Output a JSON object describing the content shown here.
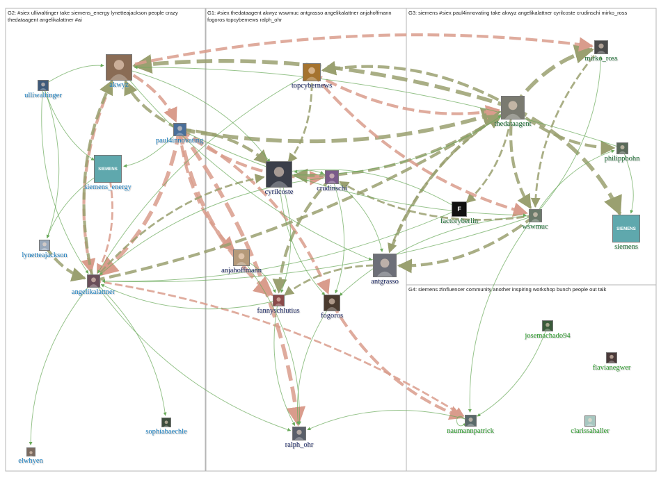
{
  "groups": [
    {
      "id": "g2",
      "caption": "G2: #siex ulliwaltinger take siemens_energy lynetteajackson people crazy thedataagent angelikalattner #ai"
    },
    {
      "id": "g1",
      "caption": "G1: #siex thedataagent akwyz wswmuc antgrasso angelikalattner anjahoffmann fogoros topcybernews ralph_ohr"
    },
    {
      "id": "g3",
      "caption": "G3: siemens #siex paul4innovating take akwyz angelikalattner cyrilcoste crudinschi mirko_ross"
    },
    {
      "id": "g4",
      "caption": "G4: siemens #influencer community another inspiring workshop bunch people out talk"
    }
  ],
  "nodes": [
    {
      "id": "ulliwaltinger",
      "label": "ulliwaltinger",
      "group": "g2",
      "avatar_color": "#3f5a7a"
    },
    {
      "id": "akwyz",
      "label": "akwyz",
      "group": "g2",
      "avatar_color": "#8a6c55"
    },
    {
      "id": "paul4innovating",
      "label": "paul4innovating",
      "group": "g2",
      "avatar_color": "#4a6f9a"
    },
    {
      "id": "siemens_energy",
      "label": "siemens_energy",
      "group": "g2",
      "avatar_color": "#5fa8ad",
      "avatar_text": "SIEMENS"
    },
    {
      "id": "lynetteajackson",
      "label": "lynetteajackson",
      "group": "g2",
      "avatar_color": "#9aa9bb"
    },
    {
      "id": "angelikalattner",
      "label": "angelikalattner",
      "group": "g2",
      "avatar_color": "#6a4f5a"
    },
    {
      "id": "sophiabaechle",
      "label": "sophiabaechle",
      "group": "g2",
      "avatar_color": "#3d4c3d"
    },
    {
      "id": "elwhyen",
      "label": "elwhyen",
      "group": "g2",
      "avatar_color": "#7a6a60"
    },
    {
      "id": "topcybernews",
      "label": "topcybernews",
      "group": "g1",
      "avatar_color": "#a5732f"
    },
    {
      "id": "cyrilcoste",
      "label": "cyrilcoste",
      "group": "g1",
      "avatar_color": "#3b3f4a"
    },
    {
      "id": "crudinschi",
      "label": "crudinschi",
      "group": "g1",
      "avatar_color": "#7a5a8a"
    },
    {
      "id": "anjahoffmann",
      "label": "anjahoffmann",
      "group": "g1",
      "avatar_color": "#b59a7a"
    },
    {
      "id": "fannyschlutius",
      "label": "fannyschlutius",
      "group": "g1",
      "avatar_color": "#8a4a4a"
    },
    {
      "id": "fogoros",
      "label": "fogoros",
      "group": "g1",
      "avatar_color": "#4a3b2f"
    },
    {
      "id": "antgrasso",
      "label": "antgrasso",
      "group": "g1",
      "avatar_color": "#6d6f78"
    },
    {
      "id": "ralph_ohr",
      "label": "ralph_ohr",
      "group": "g1",
      "avatar_color": "#5a5f6a"
    },
    {
      "id": "mirko_ross",
      "label": "mirko_ross",
      "group": "g3",
      "avatar_color": "#4a4a4a"
    },
    {
      "id": "thedataagent",
      "label": "thedataagent",
      "group": "g3",
      "avatar_color": "#7a7a70"
    },
    {
      "id": "philippbohn",
      "label": "philippbohn",
      "group": "g3",
      "avatar_color": "#5a6a5a"
    },
    {
      "id": "factoryberlin",
      "label": "factoryberlin",
      "group": "g3",
      "avatar_color": "#111111",
      "avatar_text": "F"
    },
    {
      "id": "wswmuc",
      "label": "wswmuc",
      "group": "g3",
      "avatar_color": "#6a7a6a"
    },
    {
      "id": "siemens",
      "label": "siemens",
      "group": "g3",
      "avatar_color": "#5fa8ad",
      "avatar_text": "SIEMENS"
    },
    {
      "id": "josemachado94",
      "label": "josemachado94",
      "group": "g4",
      "avatar_color": "#3a5a3a"
    },
    {
      "id": "flavianegwer",
      "label": "flavianegwer",
      "group": "g4",
      "avatar_color": "#4a3a3a"
    },
    {
      "id": "naumannpatrick",
      "label": "naumannpatrick",
      "group": "g4",
      "avatar_color": "#5a6a6a"
    },
    {
      "id": "clarissahaller",
      "label": "clarissahaller",
      "group": "g4",
      "avatar_color": "#a7c7c0"
    }
  ],
  "edge_colors": {
    "strong": "#9aa070",
    "reply": "#d99c8c",
    "mention": "#6aaa5a"
  },
  "edges": [
    {
      "from": "paul4innovating",
      "to": "akwyz",
      "kind": "strong",
      "weight": 3
    },
    {
      "from": "paul4innovating",
      "to": "thedataagent",
      "kind": "strong",
      "weight": 4
    },
    {
      "from": "paul4innovating",
      "to": "cyrilcoste",
      "kind": "strong",
      "weight": 3
    },
    {
      "from": "paul4innovating",
      "to": "crudinschi",
      "kind": "reply",
      "weight": 3
    },
    {
      "from": "paul4innovating",
      "to": "angelikalattner",
      "kind": "reply",
      "weight": 4
    },
    {
      "from": "paul4innovating",
      "to": "fannyschlutius",
      "kind": "reply",
      "weight": 4
    },
    {
      "from": "paul4innovating",
      "to": "ralph_ohr",
      "kind": "reply",
      "weight": 4
    },
    {
      "from": "paul4innovating",
      "to": "anjahoffmann",
      "kind": "reply",
      "weight": 3
    },
    {
      "from": "paul4innovating",
      "to": "fogoros",
      "kind": "reply",
      "weight": 3
    },
    {
      "from": "thedataagent",
      "to": "akwyz",
      "kind": "strong",
      "weight": 4
    },
    {
      "from": "thedataagent",
      "to": "mirko_ross",
      "kind": "strong",
      "weight": 4
    },
    {
      "from": "thedataagent",
      "to": "philippbohn",
      "kind": "strong",
      "weight": 3
    },
    {
      "from": "thedataagent",
      "to": "siemens",
      "kind": "strong",
      "weight": 4
    },
    {
      "from": "thedataagent",
      "to": "topcybernews",
      "kind": "strong",
      "weight": 3
    },
    {
      "from": "thedataagent",
      "to": "cyrilcoste",
      "kind": "strong",
      "weight": 3
    },
    {
      "from": "thedataagent",
      "to": "wswmuc",
      "kind": "strong",
      "weight": 3
    },
    {
      "from": "thedataagent",
      "to": "factoryberlin",
      "kind": "strong",
      "weight": 2
    },
    {
      "from": "thedataagent",
      "to": "antgrasso",
      "kind": "strong",
      "weight": 2
    },
    {
      "from": "akwyz",
      "to": "mirko_ross",
      "kind": "reply",
      "weight": 3
    },
    {
      "from": "akwyz",
      "to": "angelikalattner",
      "kind": "reply",
      "weight": 3
    },
    {
      "from": "akwyz",
      "to": "paul4innovating",
      "kind": "reply",
      "weight": 3
    },
    {
      "from": "angelikalattner",
      "to": "thedataagent",
      "kind": "strong",
      "weight": 3
    },
    {
      "from": "angelikalattner",
      "to": "akwyz",
      "kind": "strong",
      "weight": 3
    },
    {
      "from": "lynetteajackson",
      "to": "angelikalattner",
      "kind": "strong",
      "weight": 3
    },
    {
      "from": "siemens_energy",
      "to": "angelikalattner",
      "kind": "reply",
      "weight": 2
    },
    {
      "from": "ulliwaltinger",
      "to": "angelikalattner",
      "kind": "mention",
      "weight": 1
    },
    {
      "from": "ulliwaltinger",
      "to": "lynetteajackson",
      "kind": "mention",
      "weight": 1
    },
    {
      "from": "ulliwaltinger",
      "to": "siemens_energy",
      "kind": "mention",
      "weight": 1
    },
    {
      "from": "ulliwaltinger",
      "to": "akwyz",
      "kind": "mention",
      "weight": 1
    },
    {
      "from": "topcybernews",
      "to": "wswmuc",
      "kind": "reply",
      "weight": 3
    },
    {
      "from": "topcybernews",
      "to": "cyrilcoste",
      "kind": "strong",
      "weight": 2
    },
    {
      "from": "topcybernews",
      "to": "thedataagent",
      "kind": "reply",
      "weight": 3
    },
    {
      "from": "wswmuc",
      "to": "antgrasso",
      "kind": "strong",
      "weight": 3
    },
    {
      "from": "wswmuc",
      "to": "fogoros",
      "kind": "mention",
      "weight": 1
    },
    {
      "from": "wswmuc",
      "to": "crudinschi",
      "kind": "strong",
      "weight": 2
    },
    {
      "from": "antgrasso",
      "to": "fannyschlutius",
      "kind": "strong",
      "weight": 2
    },
    {
      "from": "antgrasso",
      "to": "thedataagent",
      "kind": "strong",
      "weight": 3
    },
    {
      "from": "crudinschi",
      "to": "fannyschlutius",
      "kind": "strong",
      "weight": 3
    },
    {
      "from": "crudinschi",
      "to": "fogoros",
      "kind": "mention",
      "weight": 1
    },
    {
      "from": "crudinschi",
      "to": "angelikalattner",
      "kind": "mention",
      "weight": 1
    },
    {
      "from": "cyrilcoste",
      "to": "crudinschi",
      "kind": "mention",
      "weight": 1
    },
    {
      "from": "cyrilcoste",
      "to": "fogoros",
      "kind": "mention",
      "weight": 1
    },
    {
      "from": "cyrilcoste",
      "to": "fannyschlutius",
      "kind": "mention",
      "weight": 1
    },
    {
      "from": "cyrilcoste",
      "to": "thedataagent",
      "kind": "mention",
      "weight": 1
    },
    {
      "from": "anjahoffmann",
      "to": "fannyschlutius",
      "kind": "mention",
      "weight": 1
    },
    {
      "from": "fogoros",
      "to": "naumannpatrick",
      "kind": "reply",
      "weight": 3
    },
    {
      "from": "angelikalattner",
      "to": "naumannpatrick",
      "kind": "reply",
      "weight": 2
    },
    {
      "from": "angelikalattner",
      "to": "ralph_ohr",
      "kind": "mention",
      "weight": 1
    },
    {
      "from": "angelikalattner",
      "to": "sophiabaechle",
      "kind": "mention",
      "weight": 1
    },
    {
      "from": "angelikalattner",
      "to": "elwhyen",
      "kind": "mention",
      "weight": 1
    },
    {
      "from": "angelikalattner",
      "to": "cyrilcoste",
      "kind": "strong",
      "weight": 2
    },
    {
      "from": "wswmuc",
      "to": "naumannpatrick",
      "kind": "mention",
      "weight": 1
    },
    {
      "from": "wswmuc",
      "to": "philippbohn",
      "kind": "mention",
      "weight": 1
    },
    {
      "from": "wswmuc",
      "to": "mirko_ross",
      "kind": "mention",
      "weight": 1
    },
    {
      "from": "wswmuc",
      "to": "angelikalattner",
      "kind": "mention",
      "weight": 1
    },
    {
      "from": "factoryberlin",
      "to": "cyrilcoste",
      "kind": "mention",
      "weight": 1
    },
    {
      "from": "factoryberlin",
      "to": "angelikalattner",
      "kind": "mention",
      "weight": 1
    },
    {
      "from": "philippbohn",
      "to": "akwyz",
      "kind": "mention",
      "weight": 1
    },
    {
      "from": "philippbohn",
      "to": "siemens",
      "kind": "mention",
      "weight": 1
    },
    {
      "from": "mirko_ross",
      "to": "wswmuc",
      "kind": "strong",
      "weight": 2
    },
    {
      "from": "josemachado94",
      "to": "naumannpatrick",
      "kind": "mention",
      "weight": 1
    },
    {
      "from": "naumannpatrick",
      "to": "ralph_ohr",
      "kind": "mention",
      "weight": 1
    },
    {
      "from": "naumannpatrick",
      "to": "naumannpatrick",
      "kind": "mention",
      "weight": 1
    },
    {
      "from": "fannyschlutius",
      "to": "ralph_ohr",
      "kind": "mention",
      "weight": 1
    },
    {
      "from": "fannyschlutius",
      "to": "angelikalattner",
      "kind": "mention",
      "weight": 1
    },
    {
      "from": "topcybernews",
      "to": "angelikalattner",
      "kind": "mention",
      "weight": 1
    },
    {
      "from": "akwyz",
      "to": "cyrilcoste",
      "kind": "mention",
      "weight": 1
    },
    {
      "from": "akwyz",
      "to": "antgrasso",
      "kind": "mention",
      "weight": 1
    },
    {
      "from": "anjahoffmann",
      "to": "ralph_ohr",
      "kind": "mention",
      "weight": 1
    },
    {
      "from": "fogoros",
      "to": "ralph_ohr",
      "kind": "mention",
      "weight": 1
    },
    {
      "from": "crudinschi",
      "to": "antgrasso",
      "kind": "mention",
      "weight": 1
    },
    {
      "from": "paul4innovating",
      "to": "wswmuc",
      "kind": "mention",
      "weight": 1
    },
    {
      "from": "paul4innovating",
      "to": "siemens_energy",
      "kind": "mention",
      "weight": 1
    },
    {
      "from": "siemens_energy",
      "to": "lynetteajackson",
      "kind": "mention",
      "weight": 1
    }
  ]
}
